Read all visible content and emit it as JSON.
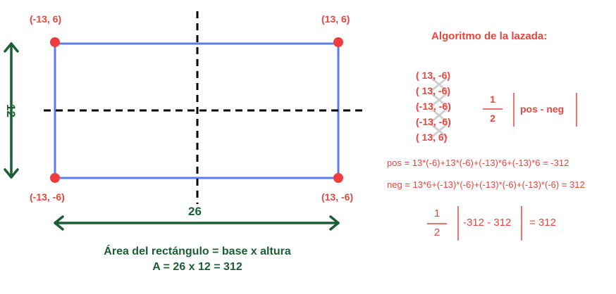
{
  "corners": {
    "top_left": "(-13, 6)",
    "top_right": "(13, 6)",
    "bottom_left": "(-13, -6)",
    "bottom_right": "(13, -6)"
  },
  "dimensions": {
    "height": "12",
    "width": "26"
  },
  "area": {
    "line1": "Área del rectángulo = base x altura",
    "line2": "A = 26 x 12 = 312"
  },
  "algorithm": {
    "title": "Algoritmo de la lazada:",
    "points": [
      "( 13, -6)",
      "( 13, -6)",
      "(-13, -6)",
      "(-13, -6)",
      "( 13, 6)"
    ],
    "formula": {
      "numerator": "1",
      "denominator": "2",
      "expression": "pos - neg"
    },
    "pos": "pos = 13*(-6)+13*(-6)+(-13)*6+(-13)*6 = -312",
    "neg": "neg = 13*6+(-13)*(-6)+(-13)*(-6)+(-13)*(-6) = 312",
    "result": {
      "numerator": "1",
      "denominator": "2",
      "expression": "-312 - 312",
      "answer": "= 312"
    }
  },
  "colors": {
    "rectangle": "#5b7cf0",
    "points": "#f03c3c",
    "arrows": "#1b5e34",
    "labels_red": "#e8453c",
    "axes": "#000000",
    "cross_marks": "#cccccc"
  }
}
